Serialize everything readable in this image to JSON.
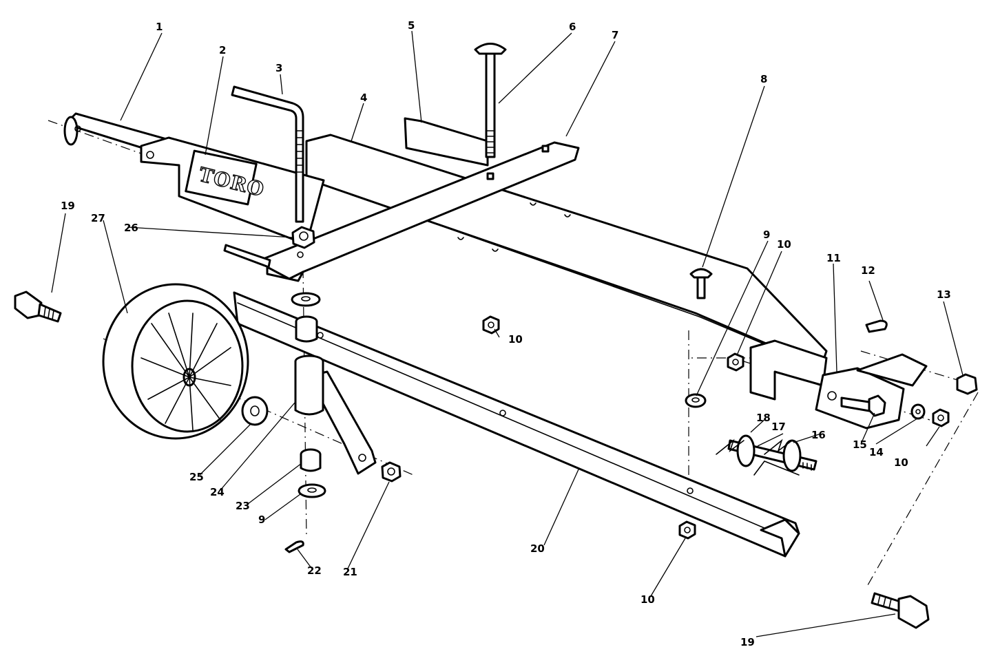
{
  "brand_logo": "TORO",
  "callouts": [
    {
      "id": "c1",
      "label": "1"
    },
    {
      "id": "c2",
      "label": "2"
    },
    {
      "id": "c3",
      "label": "3"
    },
    {
      "id": "c4",
      "label": "4"
    },
    {
      "id": "c5",
      "label": "5"
    },
    {
      "id": "c6",
      "label": "6"
    },
    {
      "id": "c7",
      "label": "7"
    },
    {
      "id": "c8",
      "label": "8"
    },
    {
      "id": "c9a",
      "label": "9"
    },
    {
      "id": "c9b",
      "label": "9"
    },
    {
      "id": "c10a",
      "label": "10"
    },
    {
      "id": "c10b",
      "label": "10"
    },
    {
      "id": "c10c",
      "label": "10"
    },
    {
      "id": "c10d",
      "label": "10"
    },
    {
      "id": "c11",
      "label": "11"
    },
    {
      "id": "c12",
      "label": "12"
    },
    {
      "id": "c13",
      "label": "13"
    },
    {
      "id": "c14",
      "label": "14"
    },
    {
      "id": "c15",
      "label": "15"
    },
    {
      "id": "c16",
      "label": "16"
    },
    {
      "id": "c17",
      "label": "17"
    },
    {
      "id": "c18",
      "label": "18"
    },
    {
      "id": "c19a",
      "label": "19"
    },
    {
      "id": "c19b",
      "label": "19"
    },
    {
      "id": "c20",
      "label": "20"
    },
    {
      "id": "c21",
      "label": "21"
    },
    {
      "id": "c22",
      "label": "22"
    },
    {
      "id": "c23",
      "label": "23"
    },
    {
      "id": "c24",
      "label": "24"
    },
    {
      "id": "c25",
      "label": "25"
    },
    {
      "id": "c26",
      "label": "26"
    },
    {
      "id": "c27",
      "label": "27"
    }
  ]
}
